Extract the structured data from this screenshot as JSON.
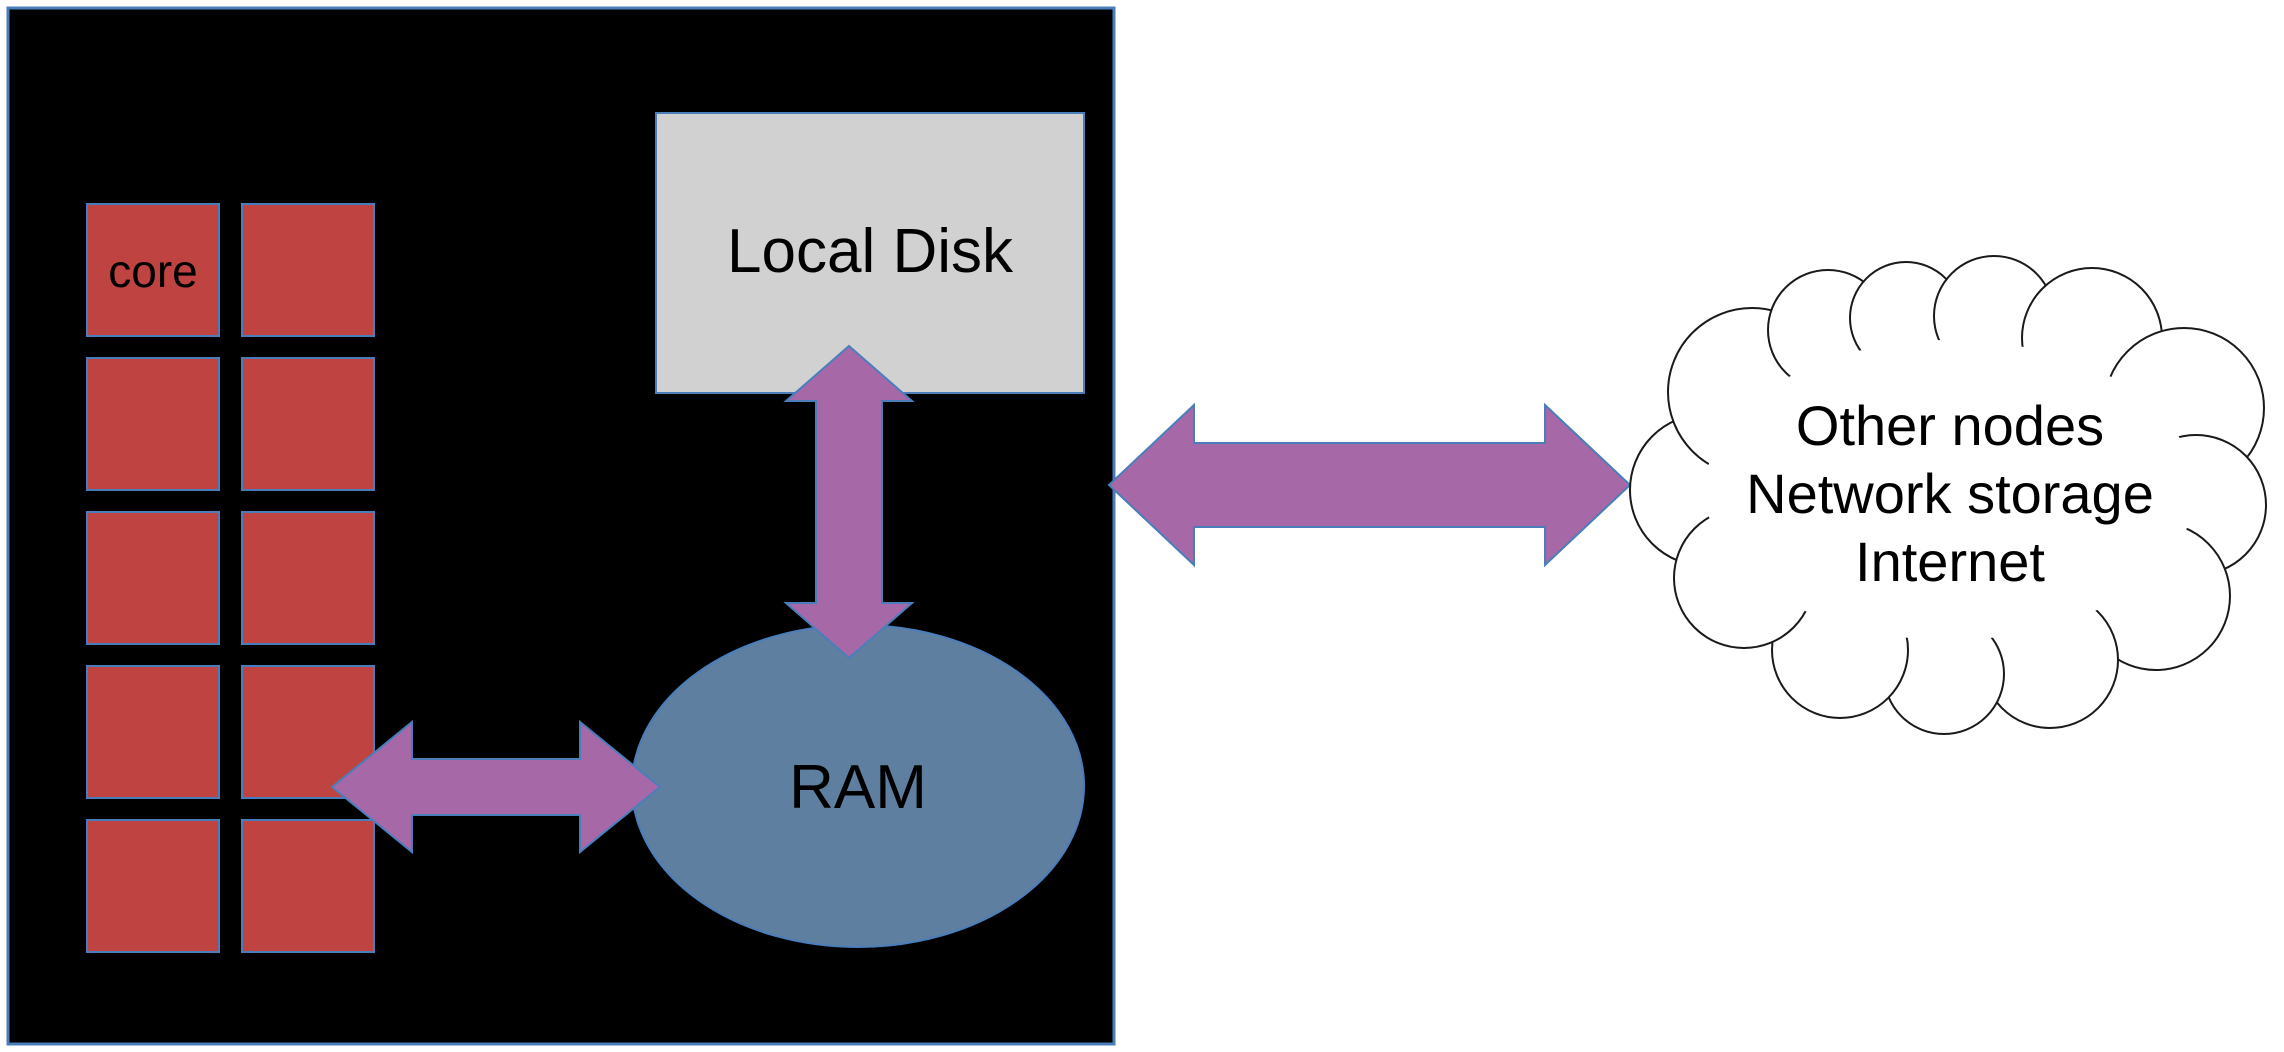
{
  "diagram": {
    "compute_node": {
      "core_label": "core"
    },
    "local_disk": {
      "label": "Local Disk"
    },
    "ram": {
      "label": "RAM"
    },
    "cloud": {
      "lines": [
        "Other nodes",
        "Network storage",
        "Internet"
      ]
    },
    "colors": {
      "node_box_fill": "#000000",
      "node_box_border": "#4a7ebb",
      "core_fill": "#be4341",
      "core_border": "#4a7ebb",
      "disk_fill": "#d2d1d1",
      "disk_border": "#4a7ebb",
      "ram_fill": "#5f7fa0",
      "ram_border": "#4a7ebb",
      "arrow_fill": "#a768a8",
      "arrow_border": "#4a7ebb",
      "cloud_fill": "#ffffff",
      "cloud_stroke": "#1a1a1a",
      "background": "#ffffff"
    }
  }
}
